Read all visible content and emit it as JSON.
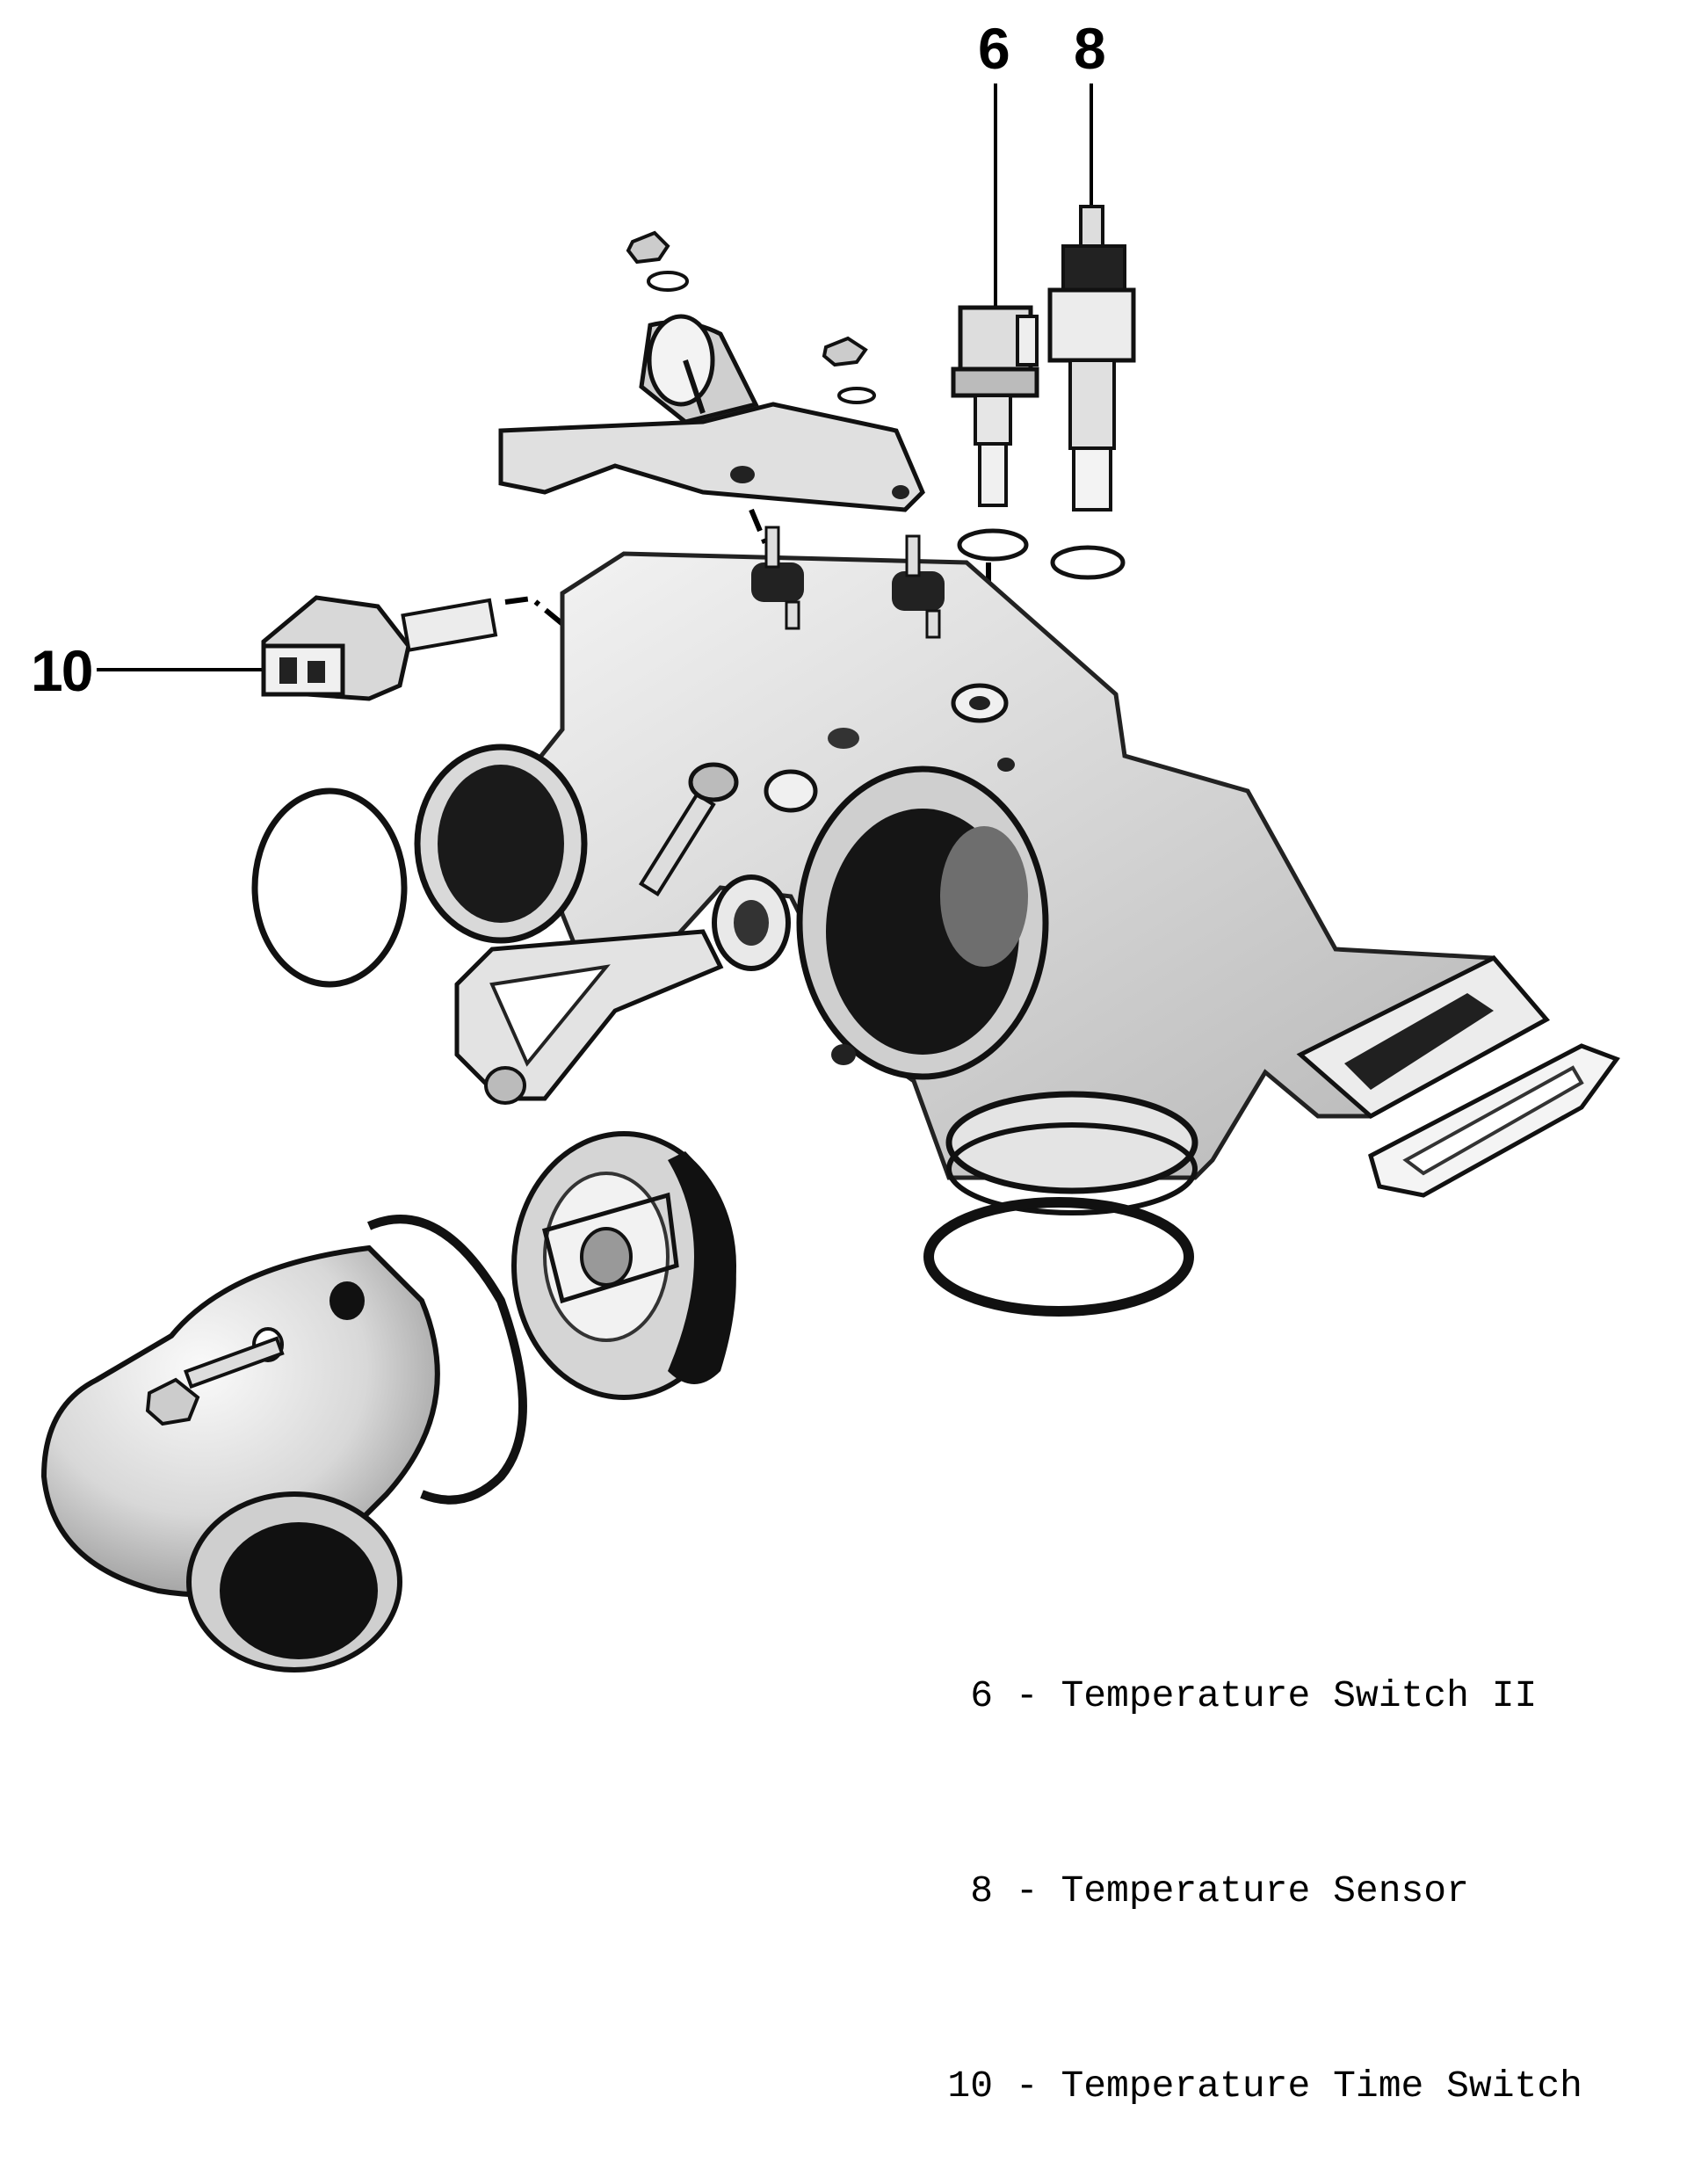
{
  "callouts": {
    "c6": "6",
    "c8": "8",
    "c10": "10"
  },
  "legend": [
    {
      "number": "6",
      "label": "Temperature Switch II"
    },
    {
      "number": "8",
      "label": "Temperature Sensor"
    },
    {
      "number": "10",
      "label": "Temperature Time Switch"
    }
  ],
  "legend_separator": "-"
}
